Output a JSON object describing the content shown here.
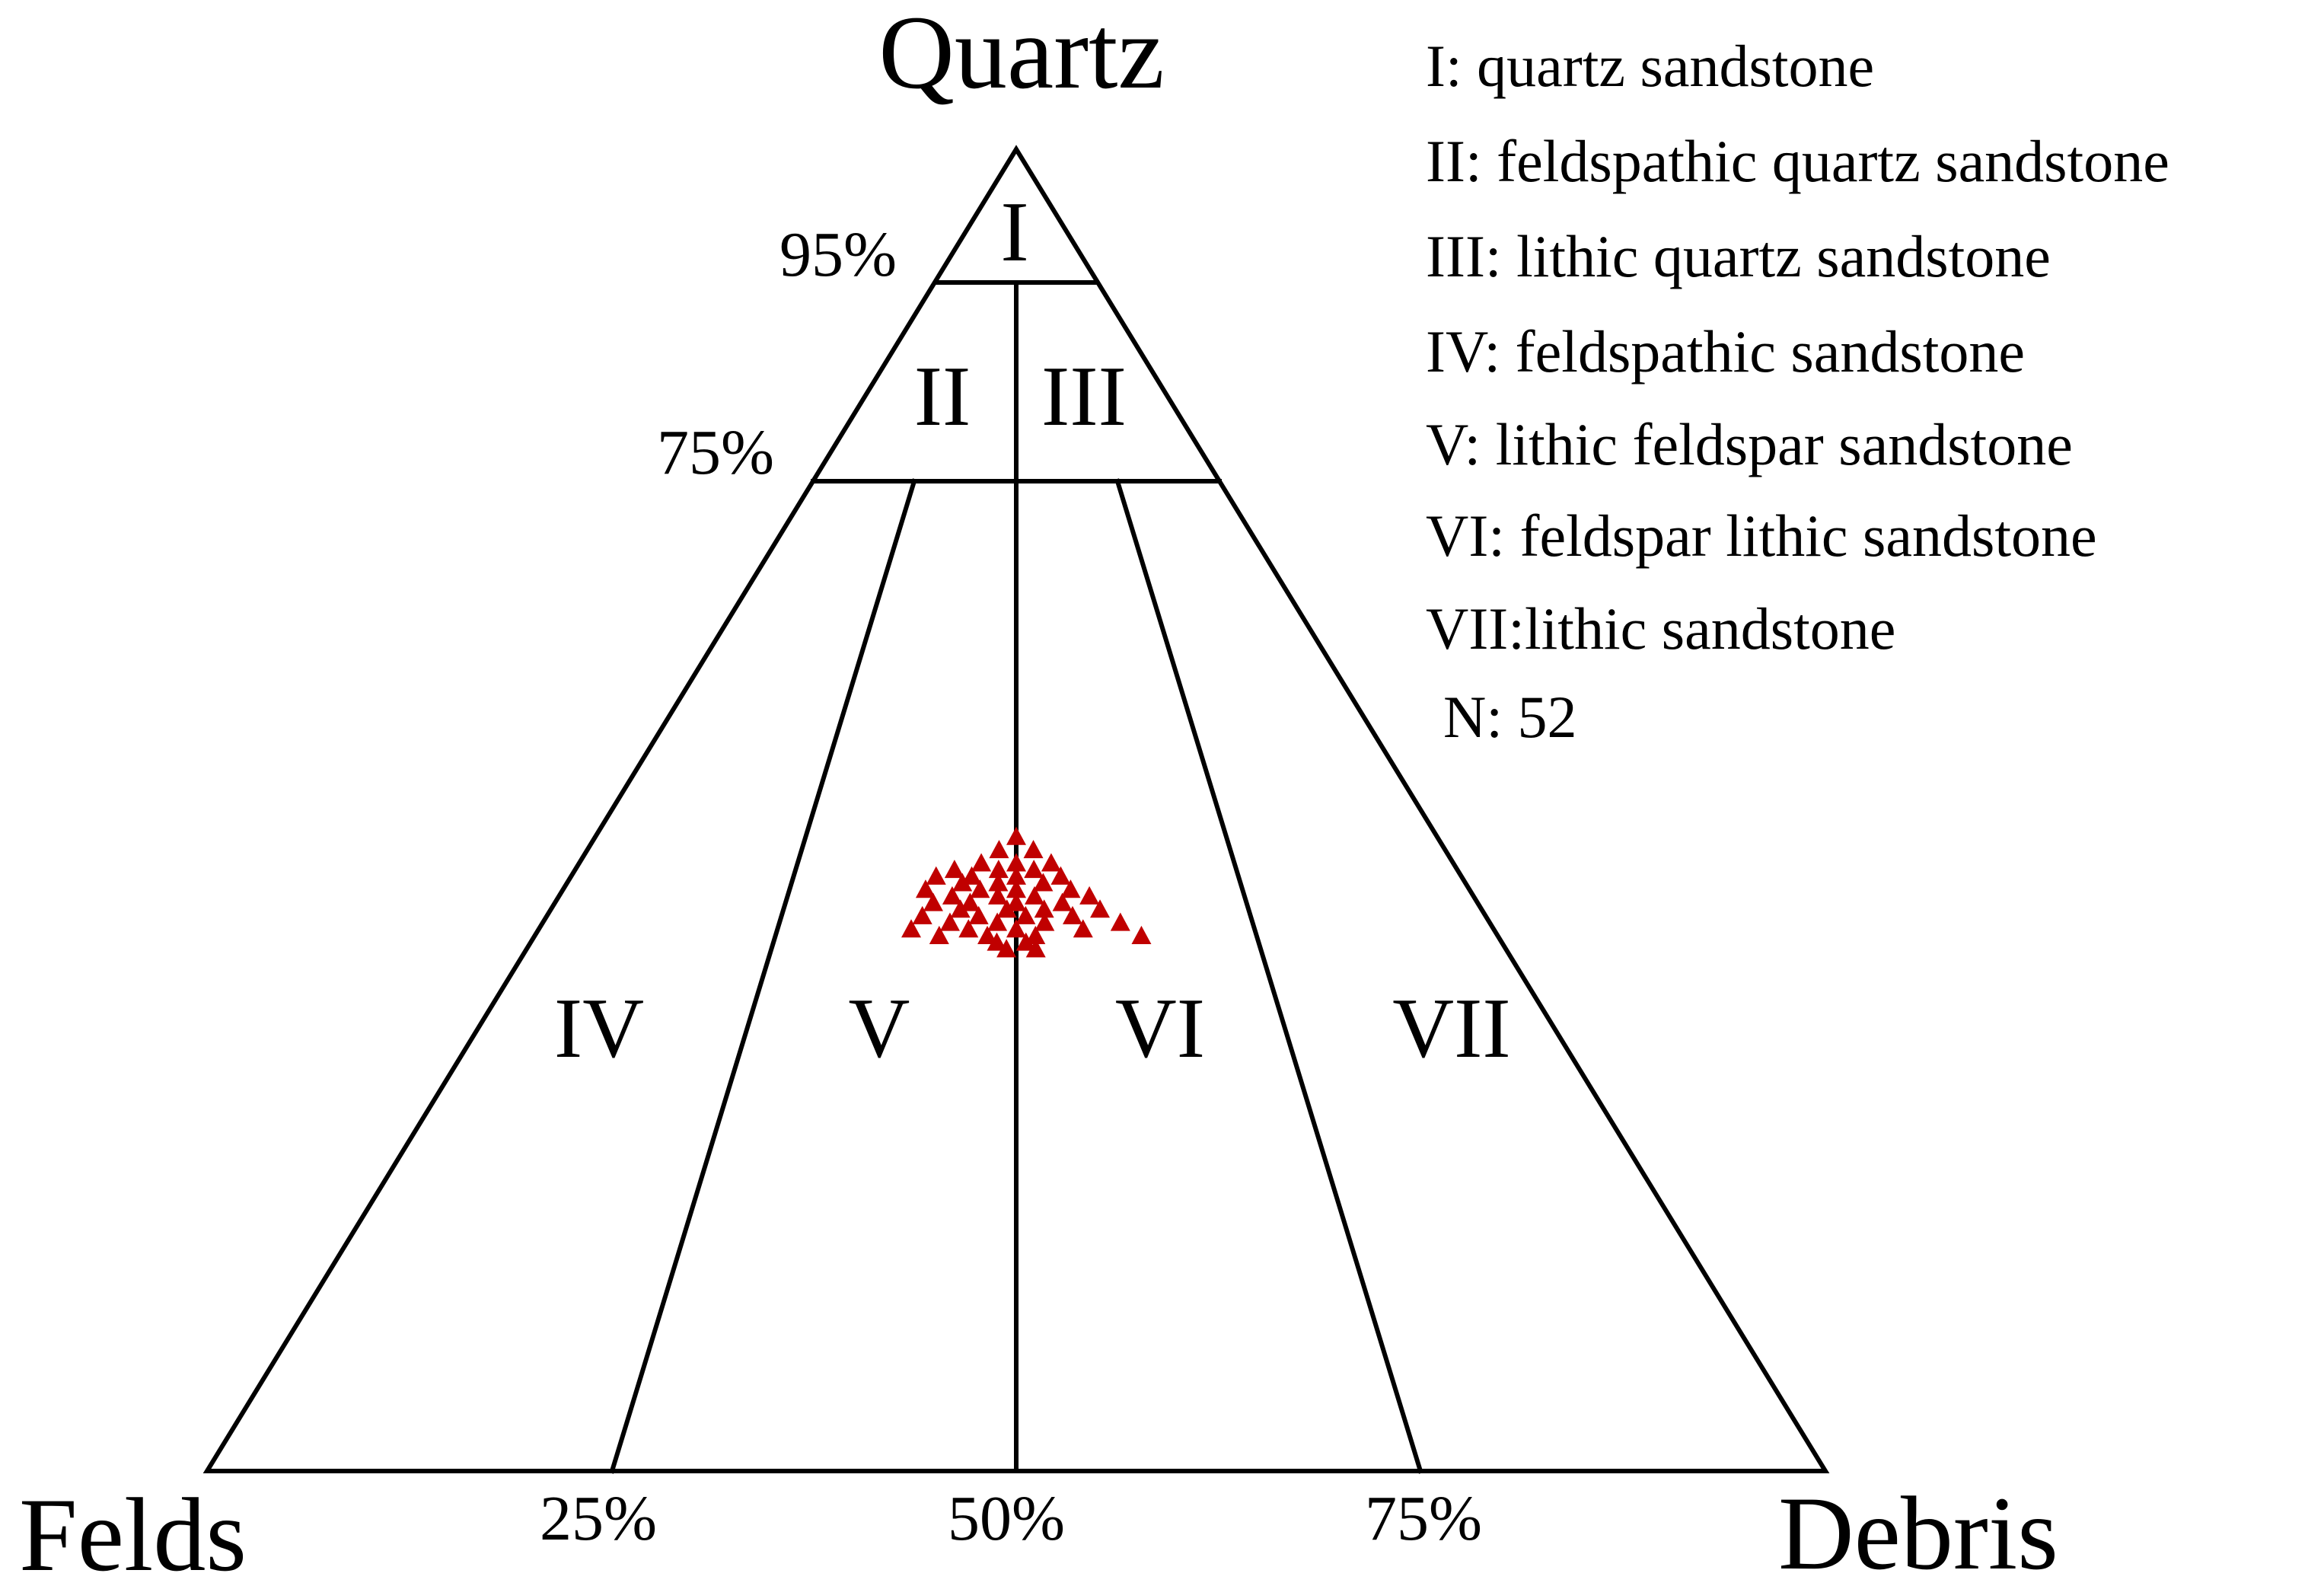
{
  "diagram": {
    "type": "ternary",
    "vertices": {
      "top": "Quartz",
      "left": "Felds",
      "right": "Debris"
    },
    "quartz_levels": {
      "upper": "95%",
      "lower": "75%"
    },
    "base_ticks": [
      "25%",
      "50%",
      "75%"
    ],
    "regions": {
      "I": "I",
      "II": "II",
      "III": "III",
      "IV": "IV",
      "V": "V",
      "VI": "VI",
      "VII": "VII"
    },
    "legend": {
      "items": [
        "I: quartz sandstone",
        "II: feldspathic quartz sandstone",
        "III: lithic quartz sandstone",
        "IV: feldspathic sandstone",
        "V: lithic feldspar sandstone",
        "VI: feldspar lithic sandstone",
        "VII:lithic sandstone"
      ],
      "count": "N: 52"
    },
    "marker": {
      "shape": "triangle",
      "color": "#c00000"
    },
    "samples_note": "red triangles clustered near the Felds/Debris 50% line at about Quartz 40–50%",
    "line_color": "#000000"
  },
  "chart_data": {
    "type": "scatter",
    "components": [
      "Quartz",
      "Felds",
      "Debris"
    ],
    "n": 52,
    "points": [
      {
        "q": 48.0,
        "fr": 0.5
      },
      {
        "q": 47.0,
        "fr": 0.48
      },
      {
        "q": 47.0,
        "fr": 0.52
      },
      {
        "q": 46.0,
        "fr": 0.46
      },
      {
        "q": 46.0,
        "fr": 0.5
      },
      {
        "q": 46.0,
        "fr": 0.54
      },
      {
        "q": 45.5,
        "fr": 0.43
      },
      {
        "q": 45.5,
        "fr": 0.48
      },
      {
        "q": 45.5,
        "fr": 0.52
      },
      {
        "q": 45.0,
        "fr": 0.41
      },
      {
        "q": 45.0,
        "fr": 0.45
      },
      {
        "q": 45.0,
        "fr": 0.5
      },
      {
        "q": 45.0,
        "fr": 0.55
      },
      {
        "q": 44.5,
        "fr": 0.44
      },
      {
        "q": 44.5,
        "fr": 0.48
      },
      {
        "q": 44.5,
        "fr": 0.53
      },
      {
        "q": 44.0,
        "fr": 0.4
      },
      {
        "q": 44.0,
        "fr": 0.46
      },
      {
        "q": 44.0,
        "fr": 0.5
      },
      {
        "q": 44.0,
        "fr": 0.56
      },
      {
        "q": 43.5,
        "fr": 0.43
      },
      {
        "q": 43.5,
        "fr": 0.48
      },
      {
        "q": 43.5,
        "fr": 0.52
      },
      {
        "q": 43.5,
        "fr": 0.58
      },
      {
        "q": 43.0,
        "fr": 0.41
      },
      {
        "q": 43.0,
        "fr": 0.45
      },
      {
        "q": 43.0,
        "fr": 0.5
      },
      {
        "q": 43.0,
        "fr": 0.55
      },
      {
        "q": 42.5,
        "fr": 0.44
      },
      {
        "q": 42.5,
        "fr": 0.49
      },
      {
        "q": 42.5,
        "fr": 0.53
      },
      {
        "q": 42.5,
        "fr": 0.59
      },
      {
        "q": 42.0,
        "fr": 0.4
      },
      {
        "q": 42.0,
        "fr": 0.46
      },
      {
        "q": 42.0,
        "fr": 0.51
      },
      {
        "q": 42.0,
        "fr": 0.56
      },
      {
        "q": 41.5,
        "fr": 0.43
      },
      {
        "q": 41.5,
        "fr": 0.48
      },
      {
        "q": 41.5,
        "fr": 0.53
      },
      {
        "q": 41.5,
        "fr": 0.61
      },
      {
        "q": 41.0,
        "fr": 0.39
      },
      {
        "q": 41.0,
        "fr": 0.45
      },
      {
        "q": 41.0,
        "fr": 0.5
      },
      {
        "q": 41.0,
        "fr": 0.57
      },
      {
        "q": 40.5,
        "fr": 0.42
      },
      {
        "q": 40.5,
        "fr": 0.47
      },
      {
        "q": 40.5,
        "fr": 0.52
      },
      {
        "q": 40.5,
        "fr": 0.63
      },
      {
        "q": 40.0,
        "fr": 0.48
      },
      {
        "q": 40.0,
        "fr": 0.51
      },
      {
        "q": 39.5,
        "fr": 0.49
      },
      {
        "q": 39.5,
        "fr": 0.52
      }
    ]
  }
}
